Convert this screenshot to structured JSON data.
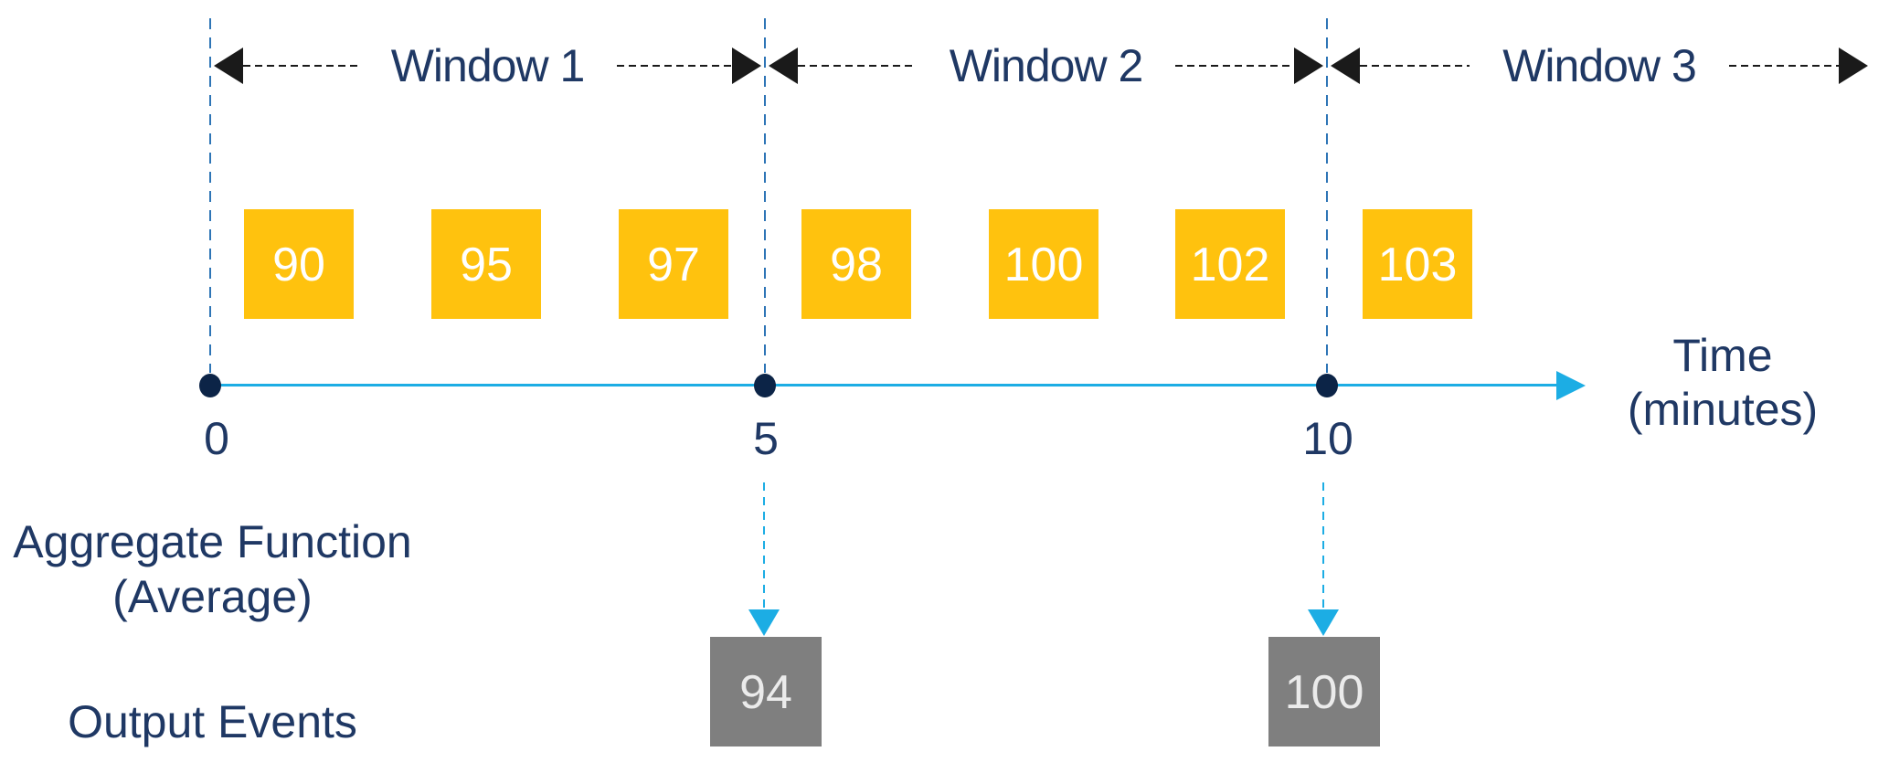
{
  "diagram": {
    "windows": [
      {
        "label": "Window 1"
      },
      {
        "label": "Window 2"
      },
      {
        "label": "Window 3"
      }
    ],
    "input_events": [
      {
        "value": "90"
      },
      {
        "value": "95"
      },
      {
        "value": "97"
      },
      {
        "value": "98"
      },
      {
        "value": "100"
      },
      {
        "value": "102"
      },
      {
        "value": "103"
      }
    ],
    "axis": {
      "label_line1": "Time",
      "label_line2": "(minutes)",
      "ticks": [
        {
          "label": "0"
        },
        {
          "label": "5"
        },
        {
          "label": "10"
        }
      ]
    },
    "aggregate": {
      "line1": "Aggregate Function",
      "line2": "(Average)"
    },
    "output": {
      "label": "Output Events",
      "events": [
        {
          "value": "94",
          "at_tick": "5"
        },
        {
          "value": "100",
          "at_tick": "10"
        }
      ]
    }
  },
  "colors": {
    "text_navy": "#1F3864",
    "dot_navy": "#0C2447",
    "event_box": "#FFC20E",
    "output_box": "#7F7F7F",
    "axis_cyan": "#1CADE4",
    "boundary_blue": "#2E75B6",
    "arrow_black": "#1A1A1A"
  }
}
